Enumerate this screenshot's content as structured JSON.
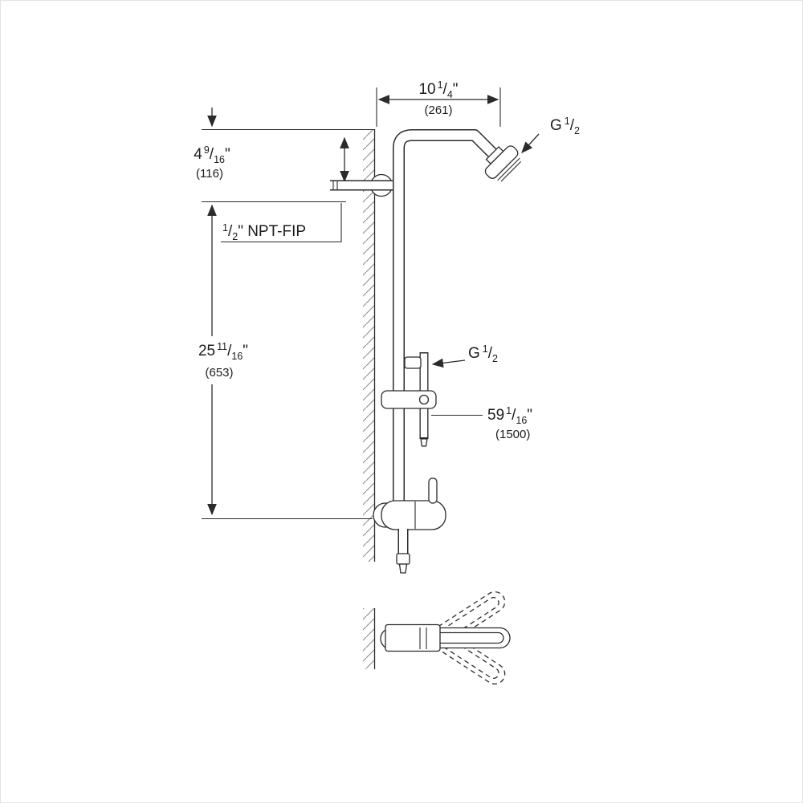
{
  "colors": {
    "ink": "#2b2b2b",
    "background": "#ffffff",
    "hatch": "#8c8c8c"
  },
  "drawing": {
    "frac_slash": "/",
    "width_dim": {
      "whole": "10",
      "num": "1",
      "den": "4",
      "unit": "\"",
      "metric": "(261)"
    },
    "offset_dim": {
      "whole": "4",
      "num": "9",
      "den": "16",
      "unit": "\"",
      "metric": "(116)"
    },
    "npt_label": {
      "num": "1",
      "den": "2",
      "rest": "\" NPT-FIP"
    },
    "height_dim": {
      "whole": "25",
      "num": "11",
      "den": "16",
      "unit": "\"",
      "metric": "(653)"
    },
    "head_thread_label": {
      "letter": "G",
      "num": "1",
      "den": "2"
    },
    "hose_thread_label": {
      "letter": "G",
      "num": "1",
      "den": "2"
    },
    "hose_dim": {
      "whole": "59",
      "num": "1",
      "den": "16",
      "unit": "\"",
      "metric": "(1500)"
    }
  }
}
